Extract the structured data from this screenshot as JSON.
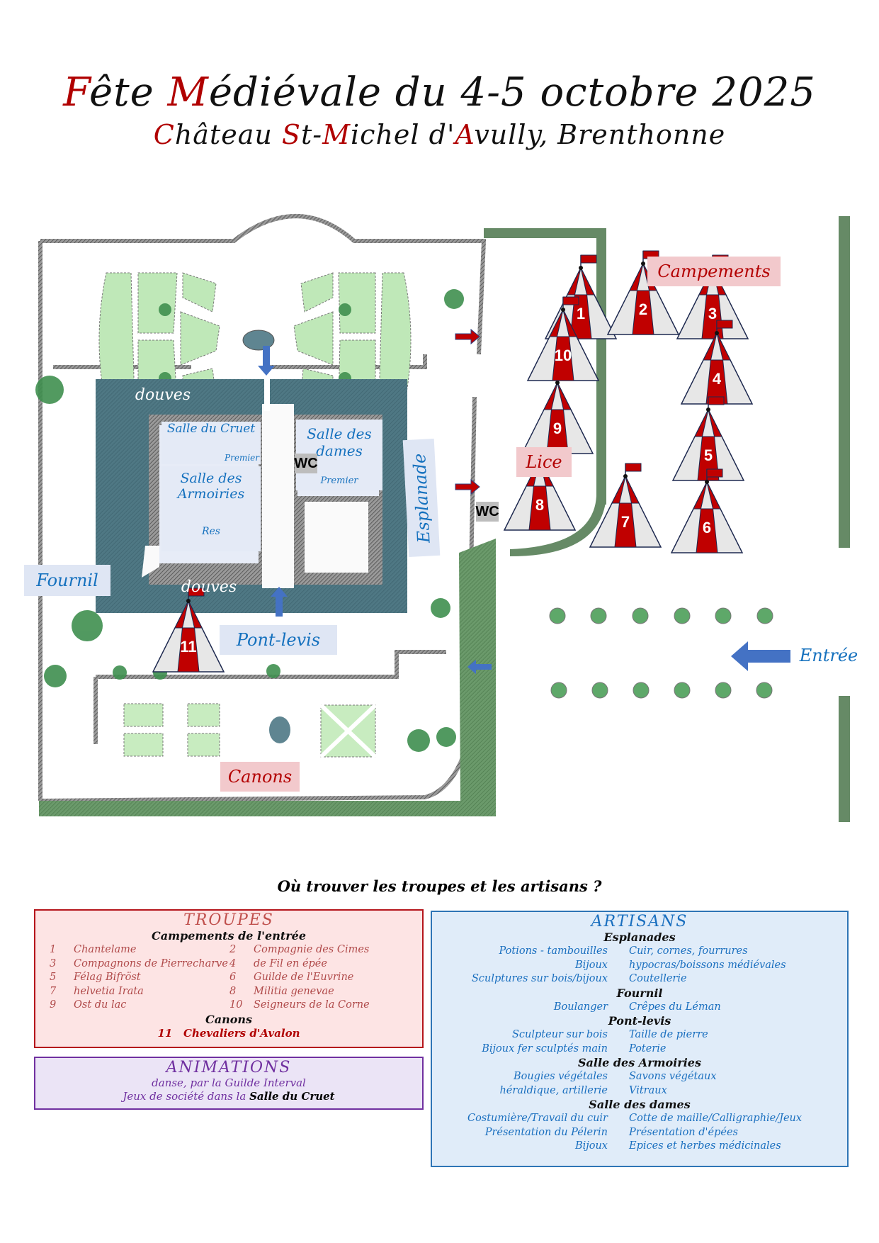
{
  "header": {
    "title_parts": [
      {
        "text": "F",
        "accent": true
      },
      {
        "text": "ête ",
        "accent": false
      },
      {
        "text": "M",
        "accent": true
      },
      {
        "text": "édiévale du 4-5 octobre 2025",
        "accent": false
      }
    ],
    "subtitle_parts": [
      {
        "text": "C",
        "accent": true
      },
      {
        "text": "hâteau ",
        "accent": false
      },
      {
        "text": "S",
        "accent": true
      },
      {
        "text": "t-",
        "accent": false
      },
      {
        "text": "M",
        "accent": true
      },
      {
        "text": "ichel d'",
        "accent": false
      },
      {
        "text": "A",
        "accent": true
      },
      {
        "text": "vully, Brenthonne",
        "accent": false
      }
    ],
    "accent_color": "#b00000"
  },
  "map": {
    "labels": {
      "douves_top": "douves",
      "douves_bottom": "douves",
      "salle_cruet": "Salle du Cruet",
      "salle_cruet_floor": "Premier",
      "salle_armoiries": "Salle des Armoiries",
      "salle_armoiries_floor": "Res",
      "salle_dames": "Salle des dames",
      "salle_dames_floor": "Premier",
      "esplanade": "Esplanade",
      "fournil": "Fournil",
      "pont_levis": "Pont-levis",
      "canons": "Canons",
      "lice": "Lice",
      "campements": "Campements",
      "entree": "Entrée",
      "wc_1": "WC",
      "wc_2": "WC"
    },
    "tents": [
      "1",
      "2",
      "3",
      "4",
      "5",
      "6",
      "7",
      "8",
      "9",
      "10",
      "11"
    ],
    "colors": {
      "moat": "#4a7480",
      "wall": "#668a66",
      "tent_red": "#c00000",
      "tent_white": "#e7e7e7",
      "arrow_blue": "#4472c4",
      "arrow_red": "#c00000"
    }
  },
  "legend": {
    "heading": "Où trouver les troupes et les artisans ?",
    "troupes": {
      "title": "TROUPES",
      "section_entree": "Campements de l'entrée",
      "entries": [
        {
          "num": "1",
          "name": "Chantelame"
        },
        {
          "num": "2",
          "name": "Compagnie des Cimes"
        },
        {
          "num": "3",
          "name": "Compagnons de Pierrecharve"
        },
        {
          "num": "4",
          "name": "de Fil en épée"
        },
        {
          "num": "5",
          "name": "Félag Bifröst"
        },
        {
          "num": "6",
          "name": "Guilde de l'Euvrine"
        },
        {
          "num": "7",
          "name": "helvetia Irata"
        },
        {
          "num": "8",
          "name": "Militia genevae"
        },
        {
          "num": "9",
          "name": "Ost du lac"
        },
        {
          "num": "10",
          "name": "Seigneurs de la Corne"
        }
      ],
      "section_canons": "Canons",
      "canons_entry": {
        "num": "11",
        "name": "Chevaliers d'Avalon"
      }
    },
    "animations": {
      "title": "ANIMATIONS",
      "line1": "danse, par la Guilde Interval",
      "line2_prefix": "Jeux de société dans la ",
      "line2_place": "Salle du Cruet"
    },
    "artisans": {
      "title": "ARTISANS",
      "sections": [
        {
          "name": "Esplanades",
          "rows": [
            [
              "Potions - tambouilles",
              "Cuir, cornes, fourrures"
            ],
            [
              "Bijoux",
              "hypocras/boissons médiévales"
            ],
            [
              "Sculptures sur bois/bijoux",
              "Coutellerie"
            ]
          ]
        },
        {
          "name": "Fournil",
          "rows": [
            [
              "Boulanger",
              "Crêpes du Léman"
            ]
          ]
        },
        {
          "name": "Pont-levis",
          "rows": [
            [
              "Sculpteur sur bois",
              "Taille de pierre"
            ],
            [
              "Bijoux fer sculptés main",
              "Poterie"
            ]
          ]
        },
        {
          "name": "Salle des Armoiries",
          "rows": [
            [
              "Bougies végétales",
              "Savons végétaux"
            ],
            [
              "héraldique, artillerie",
              "Vitraux"
            ]
          ]
        },
        {
          "name": "Salle des dames",
          "rows": [
            [
              "Costumière/Travail du cuir",
              "Cotte de maille/Calligraphie/Jeux"
            ],
            [
              "Présentation du Pélerin",
              "Présentation d'épées"
            ],
            [
              "Bijoux",
              "Epices et herbes médicinales"
            ]
          ]
        }
      ]
    }
  }
}
